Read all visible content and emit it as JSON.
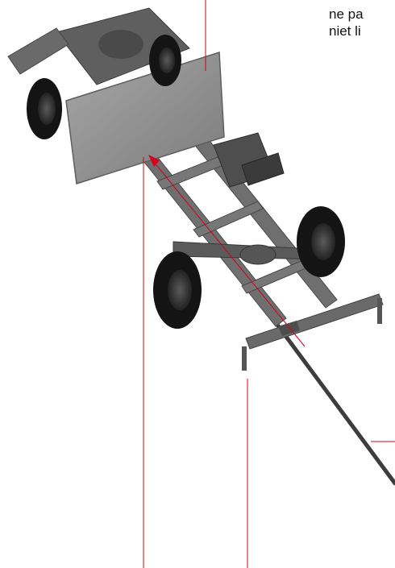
{
  "captions": {
    "line1": "ne pa",
    "line2": "niet li"
  },
  "colors": {
    "leader": "#d0021b",
    "frame": "#6f6f6f",
    "frame_dark": "#4a4a4a",
    "panel": "#8e8e8e",
    "tire": "#141414",
    "rim": "#3a3a3a"
  },
  "illustration": "model-truck-chassis"
}
